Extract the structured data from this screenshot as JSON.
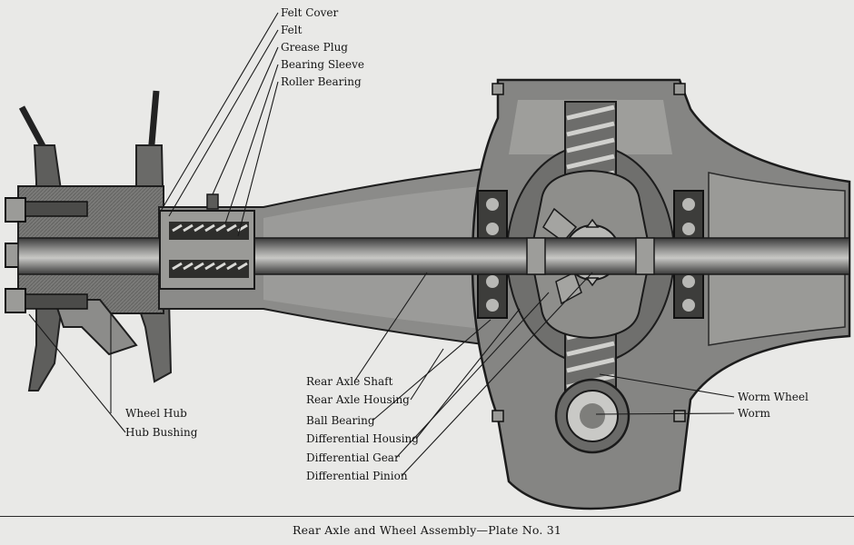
{
  "caption": "Rear Axle and Wheel Assembly—Plate No. 31",
  "labels": {
    "felt_cover": "Felt Cover",
    "felt": "Felt",
    "grease_plug": "Grease Plug",
    "bearing_sleeve": "Bearing Sleeve",
    "roller_bearing": "Roller Bearing",
    "rear_axle_shaft": "Rear Axle Shaft",
    "rear_axle_housing": "Rear Axle Housing",
    "ball_bearing": "Ball Bearing",
    "differential_housing": "Differential Housing",
    "differential_gear": "Differential Gear",
    "differential_pinion": "Differential Pinion",
    "wheel_hub": "Wheel Hub",
    "hub_bushing": "Hub Bushing",
    "worm_wheel": "Worm Wheel",
    "worm": "Worm"
  }
}
